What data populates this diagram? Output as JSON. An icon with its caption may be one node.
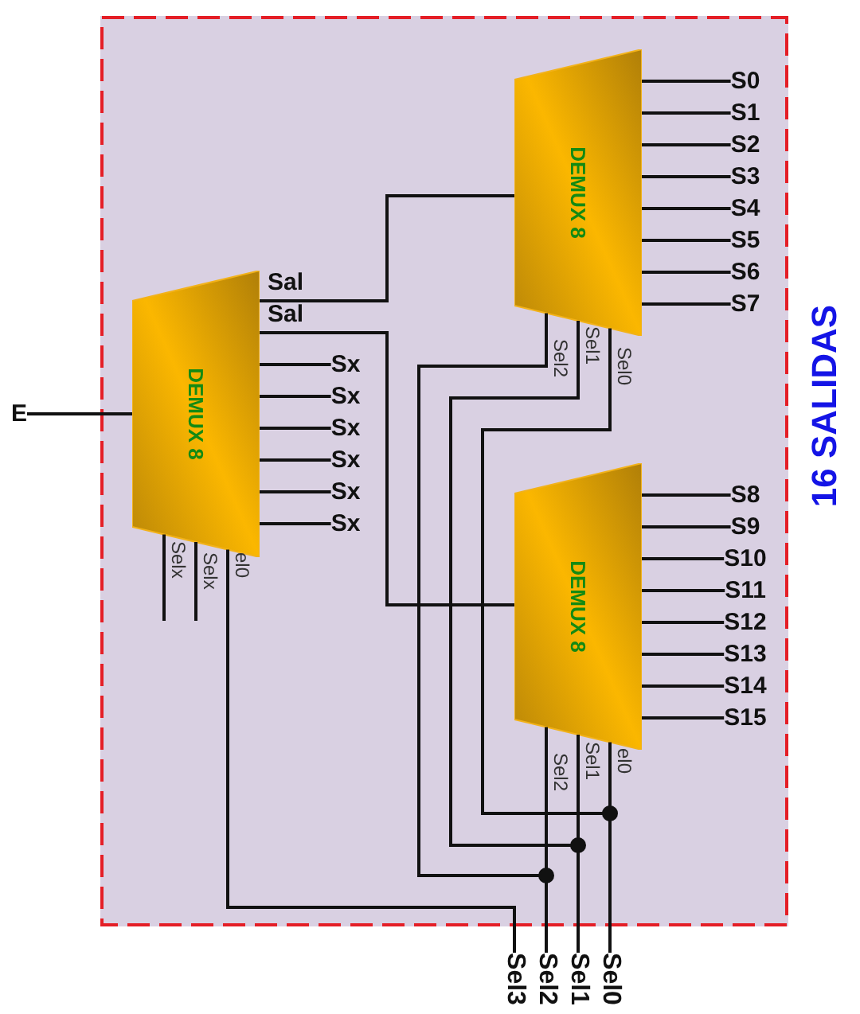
{
  "diagram": {
    "nodes": [
      {
        "text": [
          "16 SALIDAS"
        ]
      },
      {
        "text": [
          "DEMUX 8"
        ],
        "in": 0
      },
      {
        "text": [
          "DEMUX 8"
        ],
        "in": 0
      },
      {
        "text": [
          "DEMUX 8"
        ],
        "in": 0
      },
      {
        "text": [
          "S0"
        ],
        "in": 0
      },
      {
        "text": [
          "S1"
        ],
        "in": 0
      },
      {
        "text": [
          "S2"
        ],
        "in": 0
      },
      {
        "text": [
          "S3"
        ],
        "in": 0
      },
      {
        "text": [
          "S4"
        ],
        "in": 0
      },
      {
        "text": [
          "S5"
        ],
        "in": 0
      },
      {
        "text": [
          "S6"
        ],
        "in": 0
      },
      {
        "text": [
          "S7"
        ],
        "in": 0
      },
      {
        "text": [
          "Sx"
        ],
        "in": 0
      },
      {
        "text": [
          "Sx"
        ],
        "in": 0
      },
      {
        "text": [
          "Sx"
        ],
        "in": 0
      },
      {
        "text": [
          "Sx"
        ],
        "in": 0
      },
      {
        "text": [
          "Sx"
        ],
        "in": 0
      },
      {
        "text": [
          "Sx"
        ],
        "in": 0
      },
      {
        "text": [
          "S8"
        ],
        "in": 0
      },
      {
        "text": [
          "S9"
        ],
        "in": 0
      },
      {
        "text": [
          "S10"
        ],
        "in": 0
      },
      {
        "text": [
          "S11"
        ],
        "in": 0
      },
      {
        "text": [
          "S12"
        ],
        "in": 0
      },
      {
        "text": [
          "S13"
        ],
        "in": 0
      },
      {
        "text": [
          "S14"
        ],
        "in": 0
      },
      {
        "text": [
          "S15"
        ],
        "in": 0
      },
      {
        "text": [
          "E"
        ]
      },
      {
        "text": [
          "Sel3"
        ]
      },
      {
        "text": [
          "Sel2"
        ]
      },
      {
        "text": [
          "Sel1"
        ]
      },
      {
        "text": [
          "Sel0"
        ]
      }
    ],
    "edges": [
      {
        "from": 26,
        "to": 1,
        "arrow": "none"
      },
      {
        "from": 1,
        "to": 2,
        "arrow": "none",
        "label": "Sal"
      },
      {
        "from": 1,
        "to": 3,
        "arrow": "none",
        "label": "Sal"
      },
      {
        "from": 1,
        "to": 12,
        "arrow": "none"
      },
      {
        "from": 1,
        "to": 13,
        "arrow": "none"
      },
      {
        "from": 1,
        "to": 14,
        "arrow": "none"
      },
      {
        "from": 1,
        "to": 15,
        "arrow": "none"
      },
      {
        "from": 1,
        "to": 16,
        "arrow": "none"
      },
      {
        "from": 1,
        "to": 17,
        "arrow": "none"
      },
      {
        "from": 2,
        "to": 4,
        "arrow": "none"
      },
      {
        "from": 2,
        "to": 5,
        "arrow": "none"
      },
      {
        "from": 2,
        "to": 6,
        "arrow": "none"
      },
      {
        "from": 2,
        "to": 7,
        "arrow": "none"
      },
      {
        "from": 2,
        "to": 8,
        "arrow": "none"
      },
      {
        "from": 2,
        "to": 9,
        "arrow": "none"
      },
      {
        "from": 2,
        "to": 10,
        "arrow": "none"
      },
      {
        "from": 2,
        "to": 11,
        "arrow": "none"
      },
      {
        "from": 3,
        "to": 18,
        "arrow": "none"
      },
      {
        "from": 3,
        "to": 19,
        "arrow": "none"
      },
      {
        "from": 3,
        "to": 20,
        "arrow": "none"
      },
      {
        "from": 3,
        "to": 21,
        "arrow": "none"
      },
      {
        "from": 3,
        "to": 22,
        "arrow": "none"
      },
      {
        "from": 3,
        "to": 23,
        "arrow": "none"
      },
      {
        "from": 3,
        "to": 24,
        "arrow": "none"
      },
      {
        "from": 3,
        "to": 25,
        "arrow": "none"
      },
      {
        "from": 27,
        "to": 1,
        "arrow": "none"
      },
      {
        "from": 28,
        "to": 2,
        "arrow": "none"
      },
      {
        "from": 28,
        "to": 3,
        "arrow": "none"
      },
      {
        "from": 29,
        "to": 2,
        "arrow": "none"
      },
      {
        "from": 29,
        "to": 3,
        "arrow": "none"
      },
      {
        "from": 30,
        "to": 2,
        "arrow": "none"
      },
      {
        "from": 30,
        "to": 3,
        "arrow": "none"
      }
    ],
    "labels": [
      "Sel2",
      "Sel1",
      "Sel0",
      "Selx",
      "Selx",
      "el0",
      "Sel2",
      "Sel1",
      "el0"
    ]
  }
}
